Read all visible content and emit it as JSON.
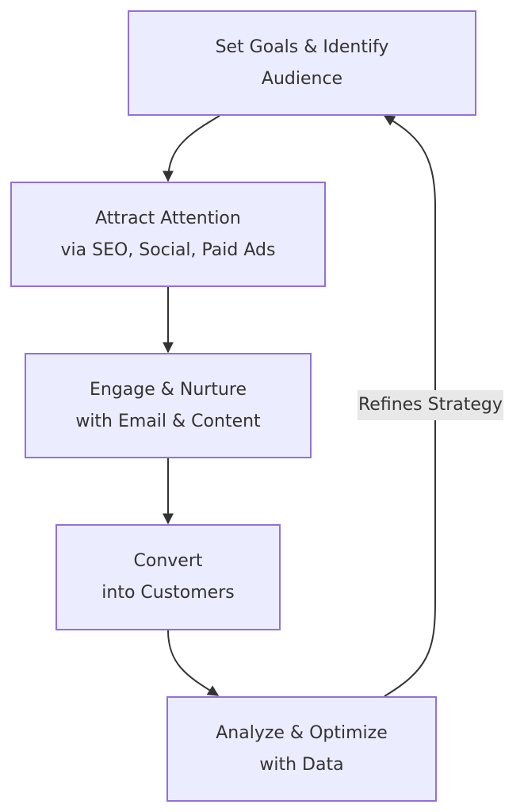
{
  "diagram": {
    "type": "flowchart",
    "direction": "TD",
    "colors": {
      "node_fill": "#ECECFF",
      "node_stroke": "#9370DB",
      "edge": "#333333",
      "label_bg": "#e8e8e8",
      "text": "#333333"
    },
    "nodes": [
      {
        "id": "goals",
        "lines": [
          "Set Goals & Identify",
          "Audience"
        ]
      },
      {
        "id": "attract",
        "lines": [
          "Attract Attention",
          "via SEO, Social, Paid Ads"
        ]
      },
      {
        "id": "engage",
        "lines": [
          "Engage & Nurture",
          "with Email & Content"
        ]
      },
      {
        "id": "convert",
        "lines": [
          "Convert",
          "into Customers"
        ]
      },
      {
        "id": "analyze",
        "lines": [
          "Analyze & Optimize",
          "with Data"
        ]
      }
    ],
    "edges": [
      {
        "from": "goals",
        "to": "attract",
        "label": ""
      },
      {
        "from": "attract",
        "to": "engage",
        "label": ""
      },
      {
        "from": "engage",
        "to": "convert",
        "label": ""
      },
      {
        "from": "convert",
        "to": "analyze",
        "label": ""
      },
      {
        "from": "analyze",
        "to": "goals",
        "label": "Refines Strategy"
      }
    ]
  }
}
